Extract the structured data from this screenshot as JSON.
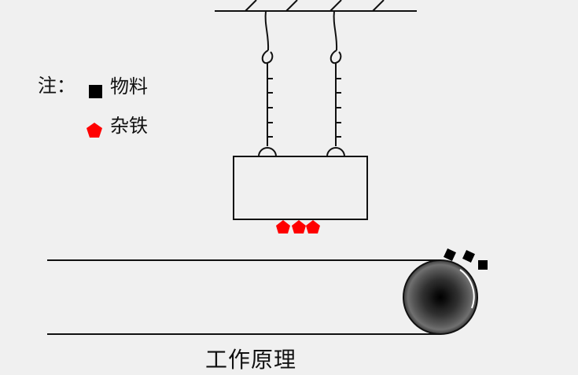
{
  "legend": {
    "note": "注：",
    "material": "物料",
    "iron": "杂铁"
  },
  "caption": "工作原理",
  "colors": {
    "background": "#f0f0f0",
    "line": "#111111",
    "material": "#000000",
    "iron": "#ff0000",
    "magnet_fill": "#f0f0f0"
  },
  "icons": {
    "material": "black-square-icon",
    "iron": "red-pentagon-icon"
  }
}
